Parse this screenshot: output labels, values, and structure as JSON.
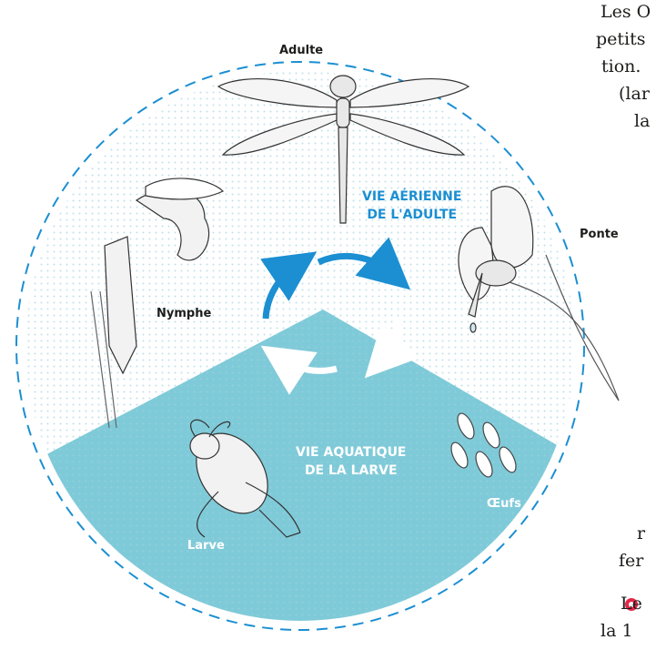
{
  "stages": {
    "adulte": "Adulte",
    "ponte": "Ponte",
    "oeufs": "Œufs",
    "larve": "Larve",
    "nymphe": "Nymphe"
  },
  "zones": {
    "aerial_line1": "VIE AÉRIENNE",
    "aerial_line2": "DE L'ADULTE",
    "aquatic_line1": "VIE AQUATIQUE",
    "aquatic_line2": "DE LA LARVE"
  },
  "side_text": {
    "l1": "Les O",
    "l2": "petits",
    "l3": "tion.",
    "l4": "(lar",
    "l5": "la",
    "l6": "r",
    "l7": "fer",
    "l8": "Le",
    "l9": "la 1"
  },
  "colors": {
    "water": "#7fcad8",
    "sky": "#e6f4f8",
    "dots": "#c9e6ee",
    "accent_blue": "#1b8fd2",
    "dashed": "#1b8fd2",
    "bullet": "#e6264b"
  }
}
